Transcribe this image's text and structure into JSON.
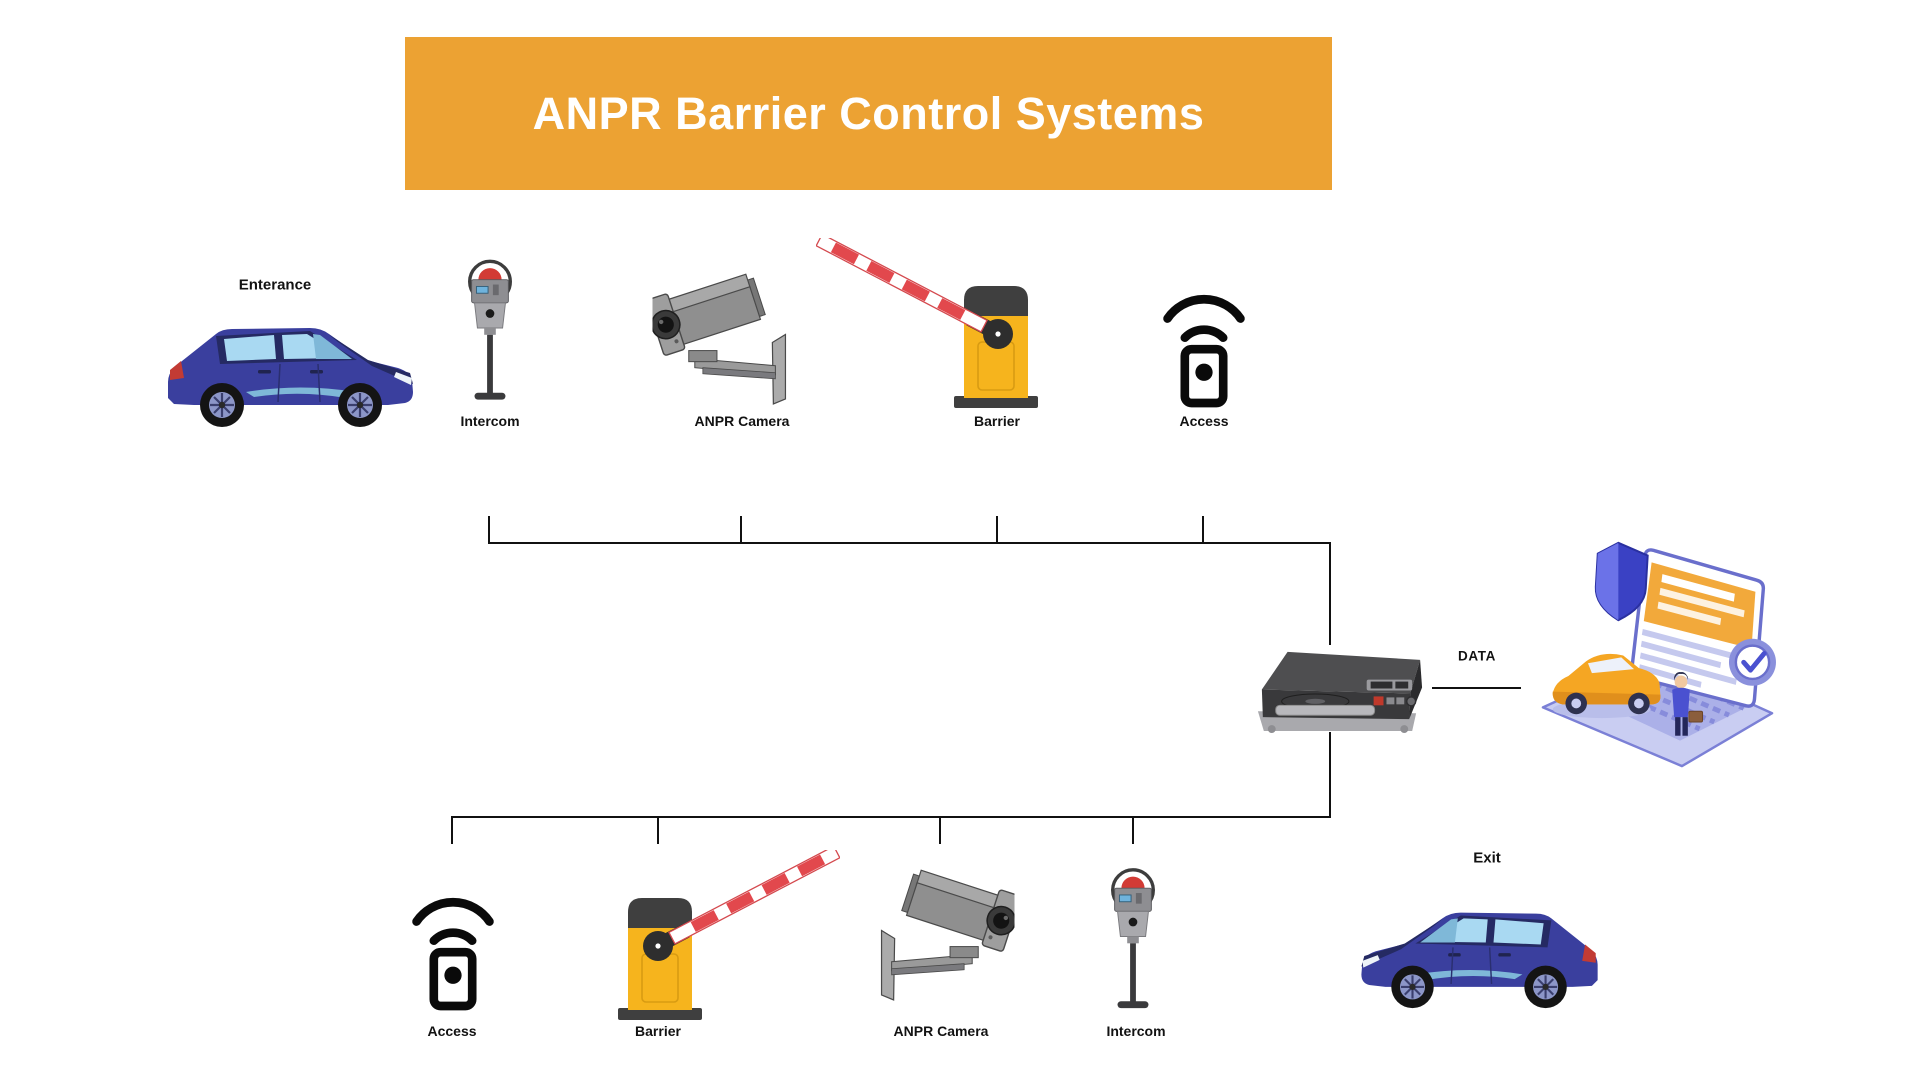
{
  "banner": {
    "title": "ANPR Barrier Control Systems"
  },
  "entrance": {
    "car_label": "Enterance",
    "components": [
      {
        "label": "Intercom"
      },
      {
        "label": "ANPR Camera"
      },
      {
        "label": "Barrier"
      },
      {
        "label": "Access"
      }
    ]
  },
  "hub": {
    "data_label": "DATA"
  },
  "exit": {
    "car_label": "Exit",
    "components": [
      {
        "label": "Access"
      },
      {
        "label": "Barrier"
      },
      {
        "label": "ANPR Camera"
      },
      {
        "label": "Intercom"
      }
    ]
  },
  "colors": {
    "banner_bg": "#ECA233",
    "title_text": "#FFFFFF",
    "label_text": "#121212",
    "connector": "#111111",
    "barrier_yellow": "#F6B41D",
    "barrier_dark": "#3F3F3F",
    "stripe_red": "#E2484D",
    "car_blue": "#3A3F9E",
    "window_blue": "#A9D9F2",
    "laptop_purple": "#6A6FCC",
    "laptop_orange": "#F2A93B"
  },
  "icons": {
    "entrance_car": "car-icon",
    "intercom": "parking-meter-icon",
    "anpr_camera": "cctv-camera-icon",
    "barrier": "boom-barrier-icon",
    "access": "contactless-access-icon",
    "controller": "control-unit-icon",
    "laptop": "secure-data-laptop-icon",
    "exit_car": "car-icon"
  }
}
